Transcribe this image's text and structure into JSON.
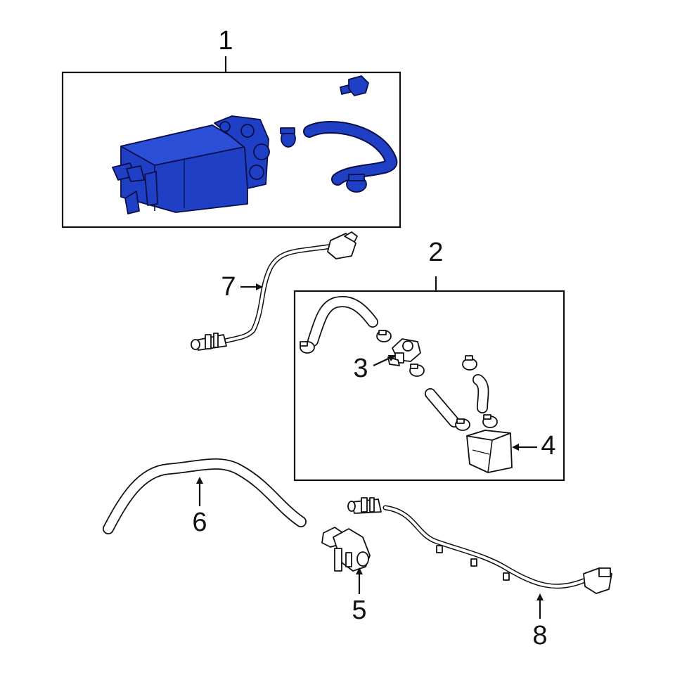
{
  "callouts": {
    "c1": "1",
    "c2": "2",
    "c3": "3",
    "c4": "4",
    "c5": "5",
    "c6": "6",
    "c7": "7",
    "c8": "8"
  },
  "colors": {
    "highlight": "#1f3fc4",
    "line": "#111111",
    "background": "#ffffff"
  }
}
